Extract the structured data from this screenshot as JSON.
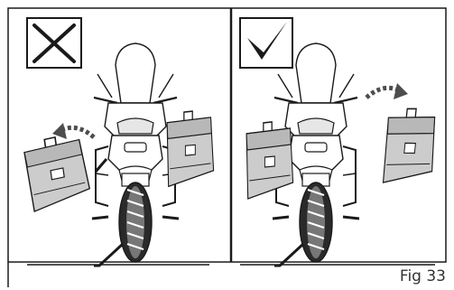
{
  "figure": {
    "caption": "Fig 33",
    "colors": {
      "line": "#1a1a1a",
      "fill": "#cccccc",
      "fill_dark": "#9a9a9a",
      "background": "#ffffff"
    },
    "left_panel": {
      "symbol": "cross-icon",
      "meaning": "incorrect"
    },
    "right_panel": {
      "symbol": "check-icon",
      "meaning": "correct"
    }
  }
}
